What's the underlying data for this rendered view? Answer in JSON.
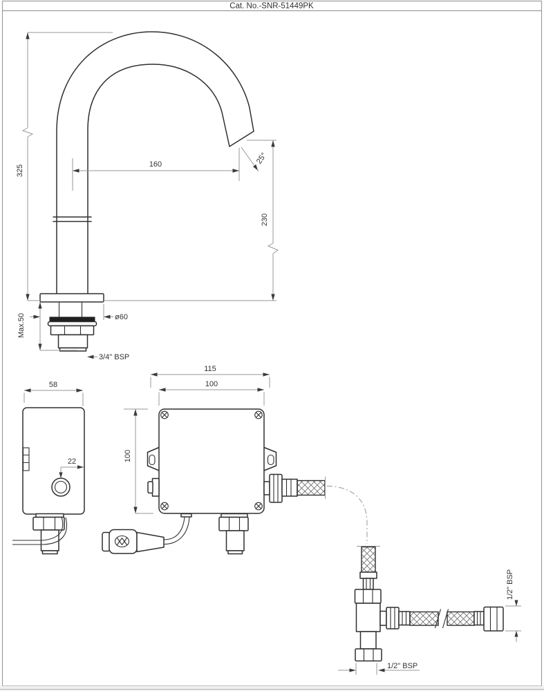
{
  "title": "Cat. No.-SNR-51449PK",
  "faucet": {
    "dim_total_height": "325",
    "dim_spout_reach": "160",
    "outlet_angle": "25°",
    "dim_outlet_height": "230",
    "flange_diameter": "ø60",
    "dim_deck_thickness": "Max.50",
    "inlet_thread": "3/4\" BSP"
  },
  "control_box": {
    "dim_depth": "58",
    "dim_button_offset": "22",
    "dim_height": "100",
    "dim_width_overall": "115",
    "dim_width_body": "100"
  },
  "tee_connector": {
    "thread_branch": "1/2\" BSP",
    "thread_bottom": "1/2\" BSP"
  }
}
